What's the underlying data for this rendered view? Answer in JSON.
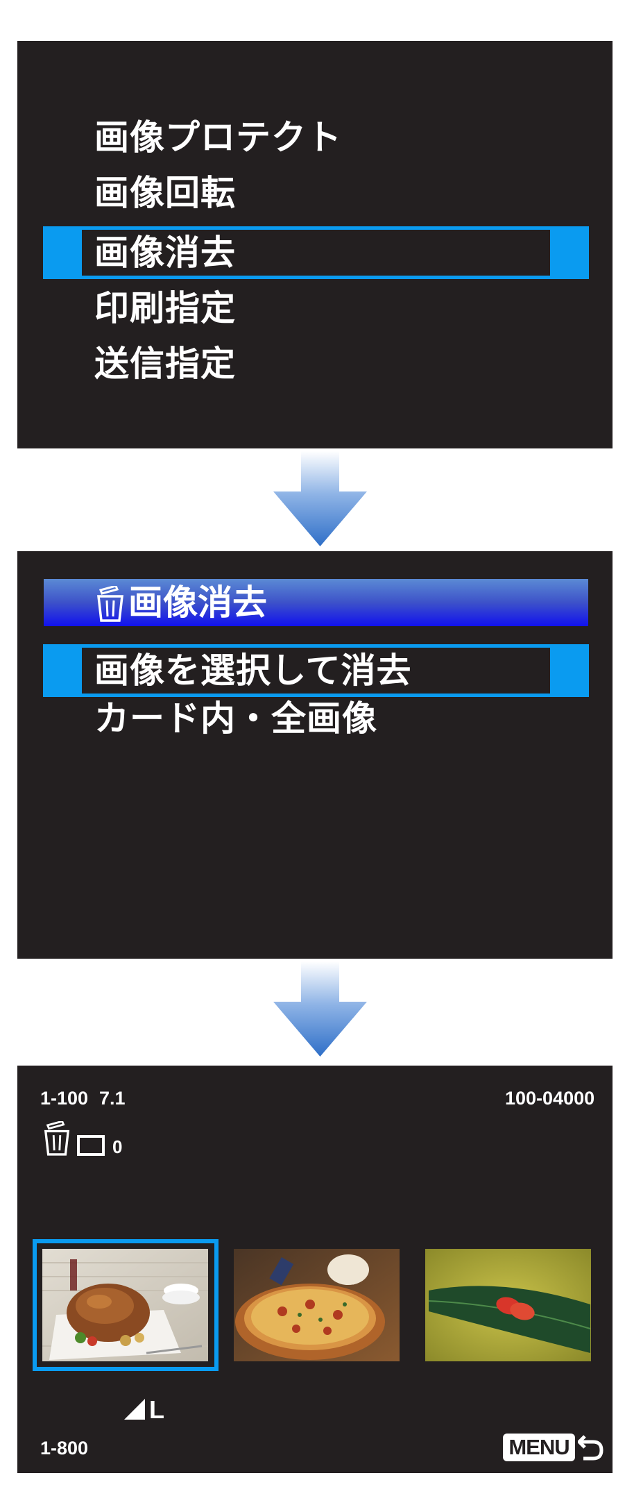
{
  "screen1": {
    "menu_items": [
      {
        "label": "画像プロテクト",
        "selected": false
      },
      {
        "label": "画像回転",
        "selected": false
      },
      {
        "label": "画像消去",
        "selected": true
      },
      {
        "label": "印刷指定",
        "selected": false
      },
      {
        "label": "送信指定",
        "selected": false
      }
    ]
  },
  "screen2": {
    "title": "画像消去",
    "title_icon": "trash-icon",
    "options": [
      {
        "label": "画像を選択して消去",
        "selected": true
      },
      {
        "label": "カード内・全画像",
        "selected": false
      }
    ]
  },
  "screen3": {
    "folder_info": "1-100",
    "aperture": "7.1",
    "file_number": "100-04000",
    "selected_count": "0",
    "image_quality": "L",
    "shot_range": "1-800",
    "menu_label": "MENU",
    "thumbnails": [
      {
        "subject": "roast-chicken",
        "selected": true
      },
      {
        "subject": "pizza",
        "selected": false
      },
      {
        "subject": "sushi-leaf",
        "selected": false
      }
    ]
  },
  "colors": {
    "screen_bg": "#231f20",
    "highlight": "#0a9bf0",
    "title_gradient_top": "#5b8ad4",
    "title_gradient_bottom": "#1111ee",
    "arrow": "#3f7fd0"
  }
}
